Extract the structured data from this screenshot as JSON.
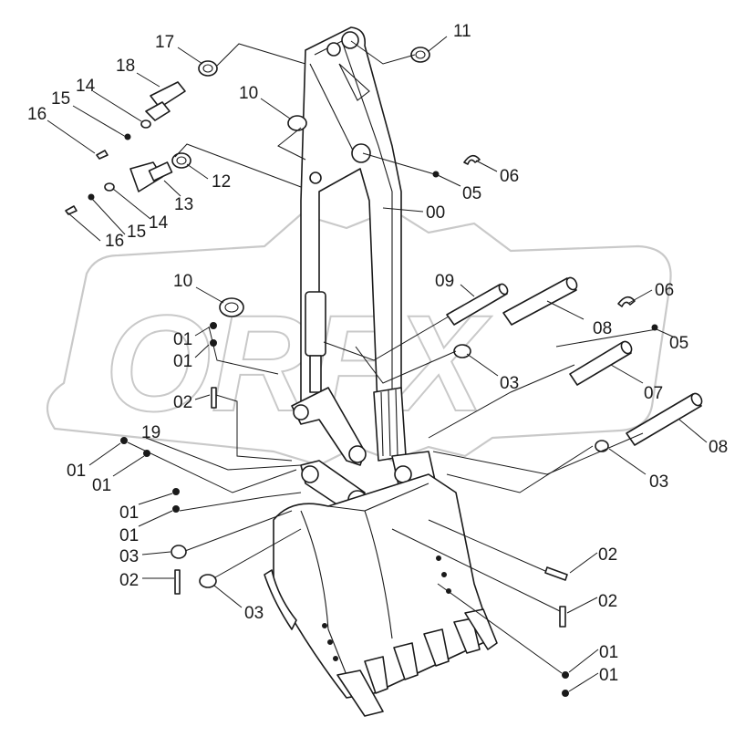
{
  "diagram": {
    "watermark_text": "ORFX",
    "labels": {
      "l00": "00",
      "l01a": "01",
      "l01b": "01",
      "l01c": "01",
      "l01d": "01",
      "l01e": "01",
      "l01f": "01",
      "l01g": "01",
      "l01h": "01",
      "l02a": "02",
      "l02b": "02",
      "l02c": "02",
      "l02d": "02",
      "l03a": "03",
      "l03b": "03",
      "l03c": "03",
      "l03d": "03",
      "l05a": "05",
      "l05b": "05",
      "l06a": "06",
      "l06b": "06",
      "l07": "07",
      "l08a": "08",
      "l08b": "08",
      "l09": "09",
      "l10a": "10",
      "l10b": "10",
      "l11": "11",
      "l12": "12",
      "l13": "13",
      "l14a": "14",
      "l14b": "14",
      "l15a": "15",
      "l15b": "15",
      "l16a": "16",
      "l16b": "16",
      "l17": "17",
      "l18": "18",
      "l19": "19"
    }
  }
}
